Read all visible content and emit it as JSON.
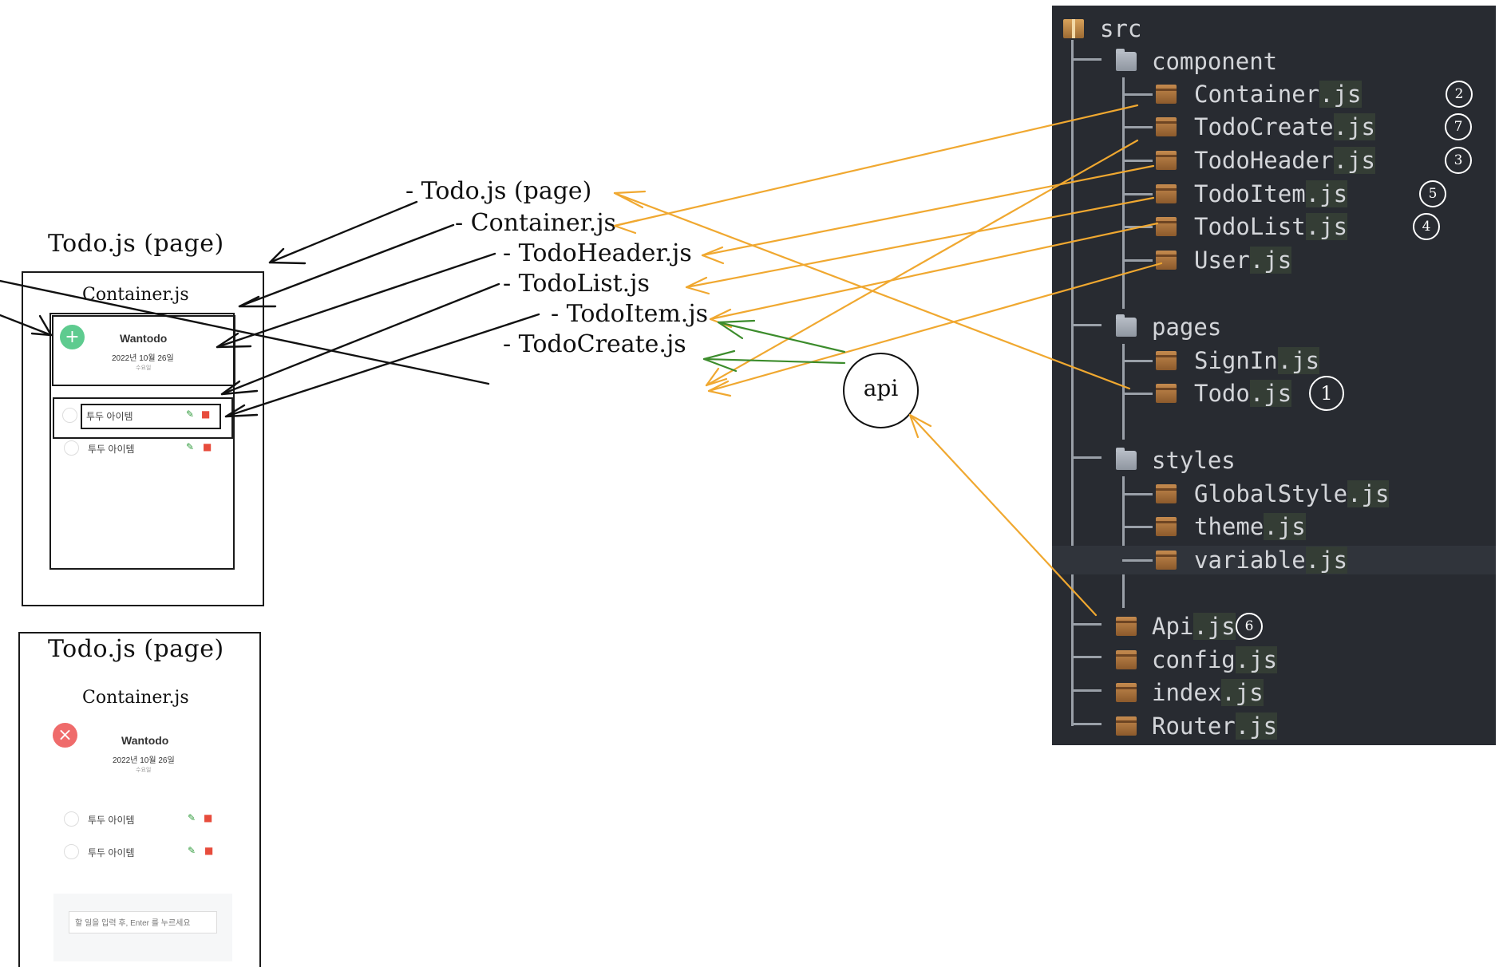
{
  "mockup_top": {
    "page_label": "Todo.js (page)",
    "container_label": "Container.js",
    "app_name": "Wantodo",
    "date": "2022년 10월 26일",
    "weekday": "수요일",
    "toggle_button": "+",
    "items": [
      {
        "text": "투두 아이템"
      },
      {
        "text": "투두 아이템"
      }
    ]
  },
  "mockup_bottom": {
    "page_label": "Todo.js (page)",
    "container_label": "Container.js",
    "app_name": "Wantodo",
    "date": "2022년 10월 26일",
    "weekday": "수요일",
    "toggle_button": "×",
    "items": [
      {
        "text": "투두 아이템"
      },
      {
        "text": "투두 아이템"
      }
    ],
    "input_placeholder": "할 일을 입력 후, Enter 를 누르세요"
  },
  "components": [
    "- Todo.js (page)",
    "- Container.js",
    "- TodoHeader.js",
    "- TodoList.js",
    "- TodoItem.js",
    "- TodoCreate.js"
  ],
  "api_label": "api",
  "tree": {
    "root": "src",
    "folders": {
      "component": "component",
      "pages": "pages",
      "styles": "styles"
    },
    "rows": [
      {
        "base": "Container",
        "ext": ".js",
        "num": "2"
      },
      {
        "base": "TodoCreate",
        "ext": ".js",
        "num": "7"
      },
      {
        "base": "TodoHeader",
        "ext": ".js",
        "num": "3"
      },
      {
        "base": "TodoItem",
        "ext": ".js",
        "num": "5"
      },
      {
        "base": "TodoList",
        "ext": ".js",
        "num": "4"
      },
      {
        "base": "User",
        "ext": ".js",
        "num": ""
      },
      {
        "base": "SignIn",
        "ext": ".js",
        "num": ""
      },
      {
        "base": "Todo",
        "ext": ".js",
        "num": "1"
      },
      {
        "base": "GlobalStyle",
        "ext": ".js",
        "num": ""
      },
      {
        "base": "theme",
        "ext": ".js",
        "num": ""
      },
      {
        "base": "variable",
        "ext": ".js",
        "num": ""
      },
      {
        "base": "Api",
        "ext": ".js",
        "num": "6"
      },
      {
        "base": "config",
        "ext": ".js",
        "num": ""
      },
      {
        "base": "index",
        "ext": ".js",
        "num": ""
      },
      {
        "base": "Router",
        "ext": ".js",
        "num": ""
      }
    ]
  },
  "colors": {
    "plus_button": "#5ecb8f",
    "close_button": "#ef6b6b",
    "arrow_orange": "#f0a830",
    "arrow_green": "#3c8c2c",
    "tree_bg": "#282b31"
  }
}
